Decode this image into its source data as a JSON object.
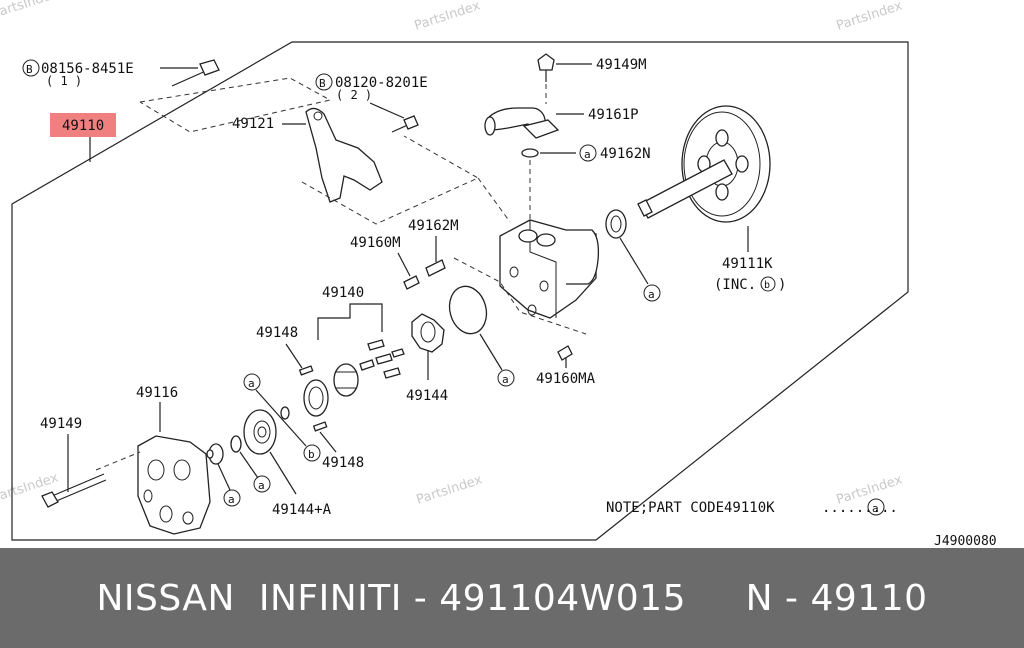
{
  "watermark": "PartsIndex",
  "diagram_code": "J4900080",
  "note": "NOTE;PART CODE49110K",
  "note_symbol": "a",
  "highlight_part": "49110",
  "labels": {
    "bolt_08156": "08156-8451E",
    "bolt_08156_qty": "( 1 )",
    "bolt_08120": "08120-8201E",
    "bolt_08120_qty": "( 2 )",
    "p49121": "49121",
    "p49149M": "49149M",
    "p49161P": "49161P",
    "p49162N": "49162N",
    "p49162M": "49162M",
    "p49160M": "49160M",
    "p49111K": "49111K",
    "p49111K_inc": "(INC.",
    "p49140": "49140",
    "p49148a": "49148",
    "p49148b": "49148",
    "p49144": "49144",
    "p49160MA": "49160MA",
    "p49116": "49116",
    "p49149": "49149",
    "p49144A": "49144+A"
  },
  "symbols": {
    "B": "B",
    "a": "a",
    "b": "b"
  },
  "footer": "NISSAN  INFINITI - 491104W015     N - 49110",
  "colors": {
    "highlight": "#f08080",
    "footer_bg": "#6b6b6b"
  }
}
